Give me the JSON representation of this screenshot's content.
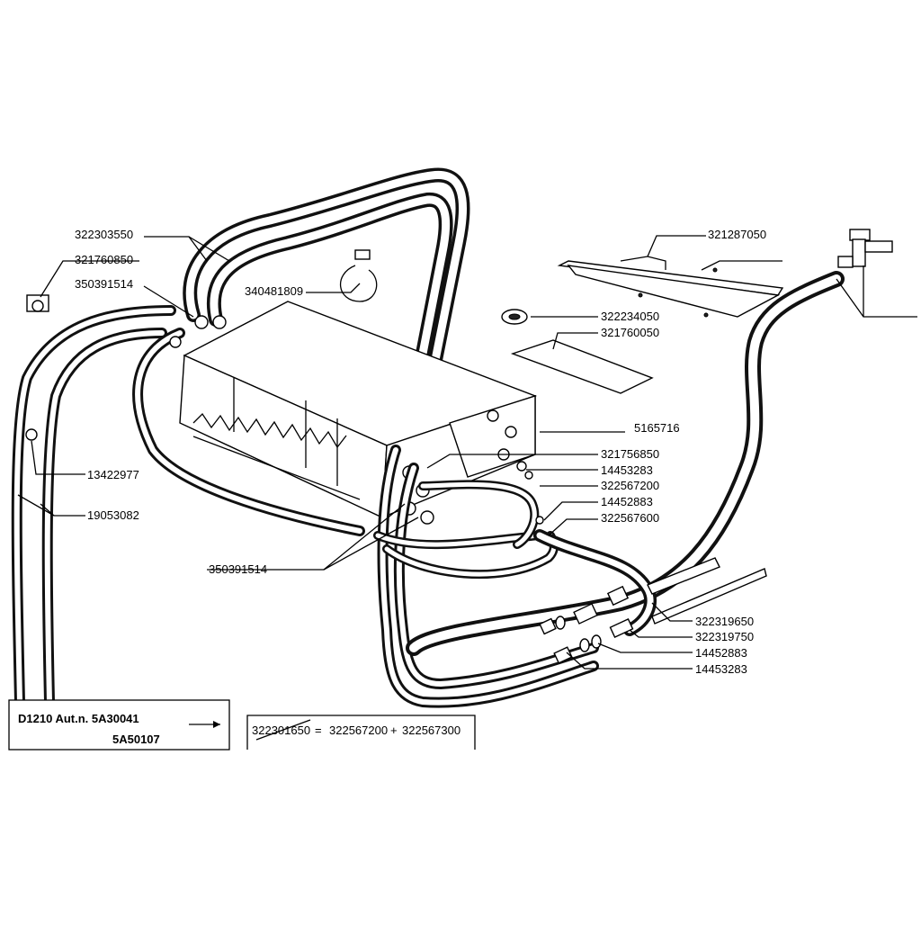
{
  "diagram": {
    "part_labels": [
      {
        "id": "p1",
        "text": "322303550"
      },
      {
        "id": "p2",
        "text": "321760850"
      },
      {
        "id": "p3",
        "text": "350391514"
      },
      {
        "id": "p4",
        "text": "340481809"
      },
      {
        "id": "p5",
        "text": "321287050"
      },
      {
        "id": "p6",
        "text": "322234050"
      },
      {
        "id": "p7",
        "text": "321760050"
      },
      {
        "id": "p8",
        "text": "5165716"
      },
      {
        "id": "p9",
        "text": "321756850"
      },
      {
        "id": "p10",
        "text": "14453283"
      },
      {
        "id": "p11",
        "text": "322567200"
      },
      {
        "id": "p12",
        "text": "14452883"
      },
      {
        "id": "p13",
        "text": "322567600"
      },
      {
        "id": "p14",
        "text": "13422977"
      },
      {
        "id": "p15",
        "text": "19053082"
      },
      {
        "id": "p16",
        "text": "350391514"
      },
      {
        "id": "p17",
        "text": "322319650"
      },
      {
        "id": "p18",
        "text": "322319750"
      },
      {
        "id": "p19",
        "text": "14452883"
      },
      {
        "id": "p20",
        "text": "14453283"
      }
    ],
    "model_box": {
      "line1": "D1210 Aut.n. 5A30041",
      "line2": "5A50107"
    },
    "replacement_box": {
      "old_part": "322301650",
      "equals": "=",
      "new_part_a": "322567200",
      "plus": "+",
      "new_part_b": "322567300"
    }
  }
}
